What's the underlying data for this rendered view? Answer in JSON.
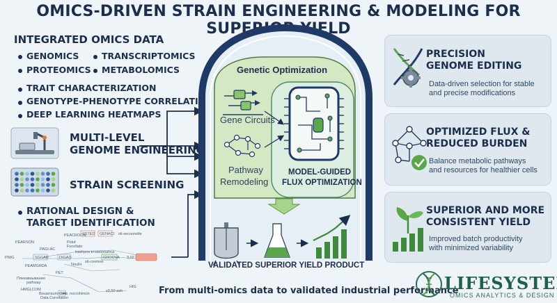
{
  "title": "OMICS-DRIVEN STRAIN ENGINEERING & MODELING FOR SUPERIOR YIELD",
  "omics": {
    "heading": "INTEGRATED OMICS DATA",
    "items": [
      "GENOMICS",
      "TRANSCRIPTOMICS",
      "PROTEOMICS",
      "METABOLOMICS"
    ],
    "analyses": [
      "TRAIT CHARACTERIZATION",
      "GENOTYPE-PHENOTYPE CORRELATION",
      "DEEP LEARNING HEATMAPS"
    ]
  },
  "engineering": {
    "line1": "MULTI-LEVEL",
    "line2": "GENOME ENGINEERING"
  },
  "screening": {
    "label": "STRAIN SCREENING"
  },
  "rational": {
    "line1": "RATIONAL DESIGN &",
    "line2": "TARGET IDENTIFICATION"
  },
  "network_labels": [
    "oli-seconnelle",
    "PEACROON",
    "SSTED",
    "GENACI",
    "PEARSON",
    "Poluf",
    "Focellato",
    "trashpos trrowoonahna",
    "PAGI-AC",
    "PNIG",
    "SGGAR",
    "DIGAO",
    "NoulH",
    "sll-coomon",
    "GROOVA",
    "3,02",
    "GROOVA",
    "PEAMGRDA",
    "PET",
    "Плекаваывания",
    "pathway",
    "DAL",
    "nocrohimon",
    "HMGLCOM",
    "Bouarraumn rem",
    "Data Correlation",
    "v0,50-ash",
    "HIG"
  ],
  "genetic": {
    "title": "Genetic Optimization",
    "gene_circuits": "Gene Circuits",
    "pathway_line1": "Pathway",
    "pathway_line2": "Remodeling",
    "model_line1": "MODEL-GUIDED",
    "model_line2": "FLUX OPTIMIZATION"
  },
  "product_label": "VALIDATED SUPERIOR YIELD PRODUCT",
  "footer": "From multi-omics data to validated industrial performance",
  "cards": [
    {
      "icon": "dna-gear-icon",
      "title1": "PRECISION",
      "title2": "GENOME EDITING",
      "desc1": "Data-driven selection for stable",
      "desc2": "and precise modifications"
    },
    {
      "icon": "network-check-icon",
      "title1": "OPTIMIZED FLUX &",
      "title2": "REDUCED BURDEN",
      "desc1": "Balance metabolic pathways",
      "desc2": "and resources for healthier cells"
    },
    {
      "icon": "plant-growth-icon",
      "title1": "SUPERIOR AND MORE",
      "title2": "CONSISTENT YIELD",
      "desc1": "Improved batch productivity",
      "desc2": "with minimized variability"
    }
  ],
  "logo": {
    "name": "LIFESYSTEM",
    "tagline": "OMICS ANALYTICS & DESIGN"
  },
  "colors": {
    "navy": "#1b2f4d",
    "green": "#5aa64a",
    "cell_border": "#1f3a66",
    "cell_fill": "#dcebd0",
    "accent_red": "#e05a3a"
  }
}
